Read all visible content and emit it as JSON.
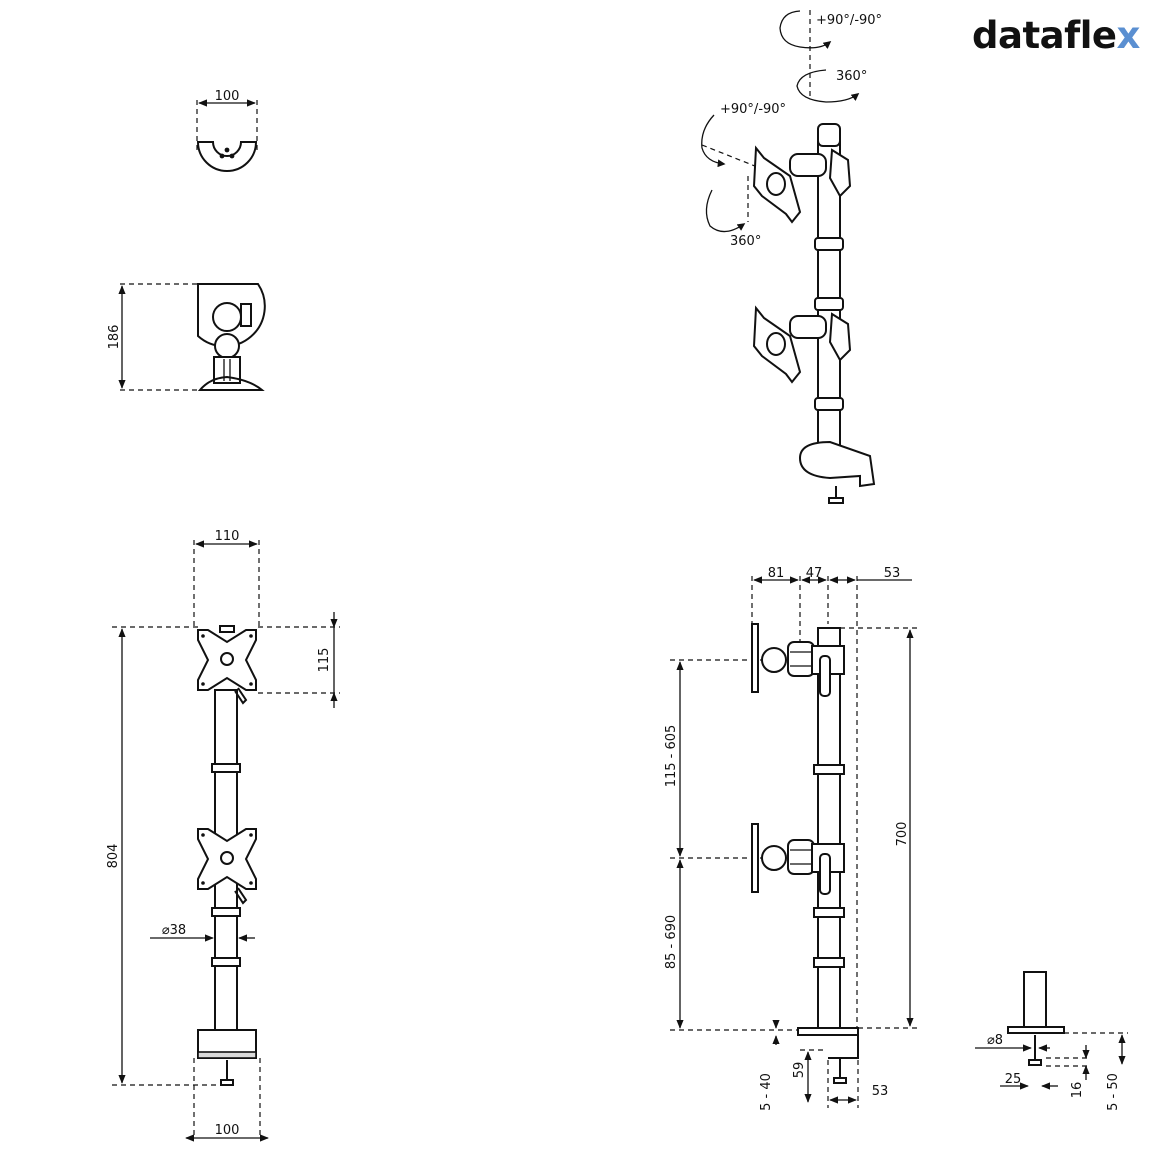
{
  "brand": {
    "name": "dataflex",
    "accent_char": "x",
    "accent_color": "#5a8fd1"
  },
  "labels": {
    "top_plate_width": "100",
    "side_height": "186",
    "vesa_width": "110",
    "vesa_height": "115",
    "total_height": "804",
    "pole_diameter": "⌀38",
    "base_width": "100",
    "arm_offset_1": "81",
    "arm_offset_2": "47",
    "arm_offset_3": "53",
    "pole_height": "700",
    "adjust_upper": "115 - 605",
    "adjust_lower": "85 - 690",
    "clamp_thickness": "5 - 40",
    "clamp_gap": "59",
    "clamp_depth": "53",
    "bolt_diameter": "⌀8",
    "bolt_width": "25",
    "bolt_height": "16",
    "grommet_range": "5 - 50",
    "tilt": "+90°/-90°",
    "tilt_top": "+90°/-90°",
    "swivel": "360°",
    "rotate": "360°"
  }
}
